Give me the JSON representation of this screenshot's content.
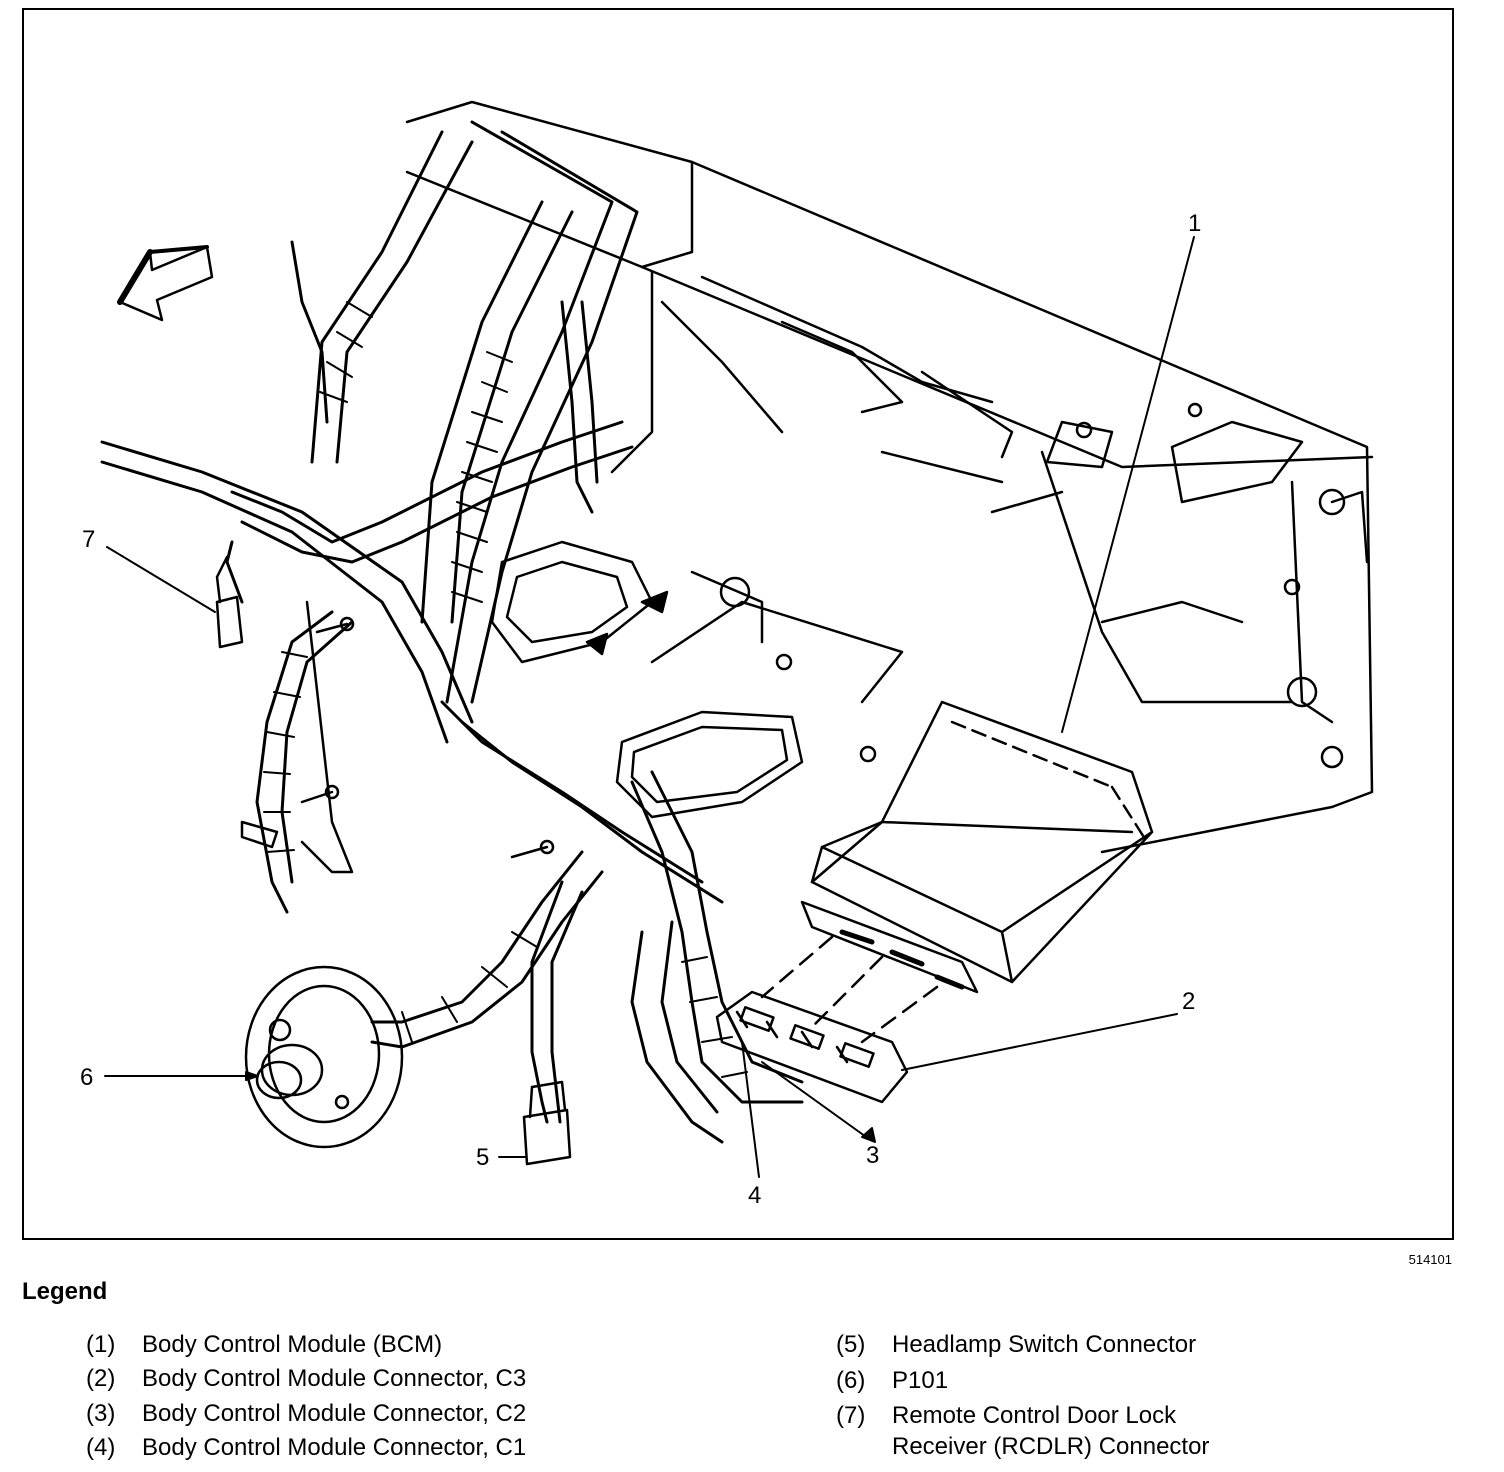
{
  "figure": {
    "number": "514101",
    "callouts": [
      "1",
      "2",
      "3",
      "4",
      "5",
      "6",
      "7"
    ]
  },
  "legend": {
    "title": "Legend",
    "items": [
      {
        "num": "(1)",
        "text": "Body Control Module (BCM)"
      },
      {
        "num": "(2)",
        "text": "Body Control Module Connector, C3"
      },
      {
        "num": "(3)",
        "text": "Body Control Module Connector, C2"
      },
      {
        "num": "(4)",
        "text": "Body Control Module Connector, C1"
      },
      {
        "num": "(5)",
        "text": "Headlamp Switch Connector"
      },
      {
        "num": "(6)",
        "text": "P101"
      },
      {
        "num": "(7)",
        "text": "Remote Control Door Lock",
        "text2": "Receiver (RCDLR) Connector"
      }
    ]
  }
}
